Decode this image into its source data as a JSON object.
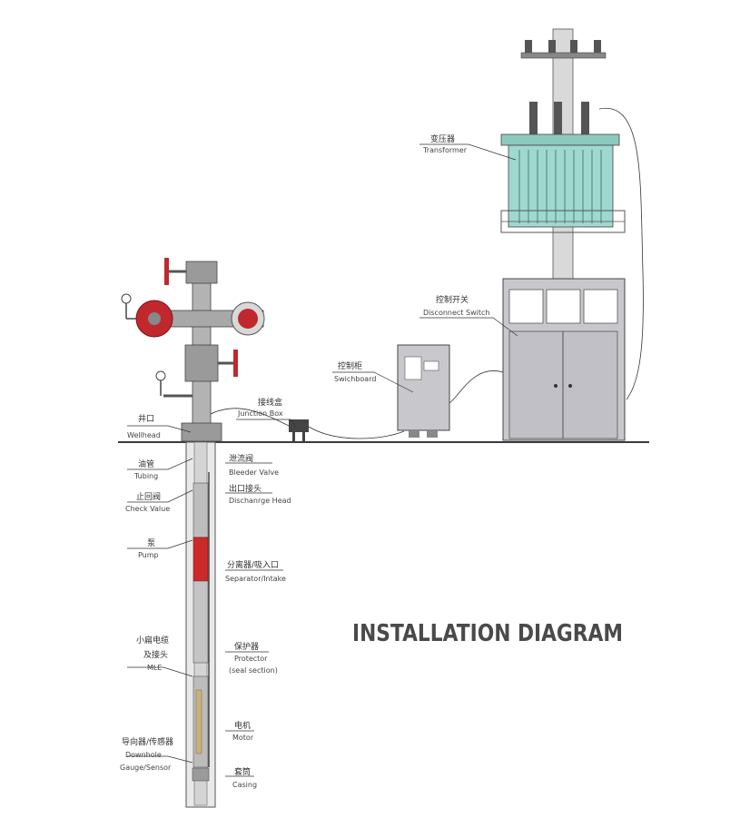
{
  "title": "INSTALLATION DIAGRAM",
  "colors": {
    "ground": "#3a3a3a",
    "cabinet": "#c8c8cc",
    "transformer": "#9fd8cf",
    "red_valve": "#c0282d",
    "pump_red": "#cc2a2a",
    "line": "#333333"
  },
  "labels": {
    "transformer": {
      "cn": "变压器",
      "en": "Transformer"
    },
    "disconnect": {
      "cn": "控制开关",
      "en": "Disconnect Switch"
    },
    "switchboard": {
      "cn": "控制柜",
      "en": "Swichboard"
    },
    "junction": {
      "cn": "接线盒",
      "en": "Junction Box"
    },
    "wellhead": {
      "cn": "井口",
      "en": "Wellhead"
    },
    "tubing": {
      "cn": "油管",
      "en": "Tubing"
    },
    "bleeder": {
      "cn": "泄流阀",
      "en": "Bleeder Valve"
    },
    "check": {
      "cn": "止回阀",
      "en": "Check Value"
    },
    "discharge": {
      "cn": "出口接头",
      "en": "Dischanrge Head"
    },
    "pump": {
      "cn": "泵",
      "en": "Pump"
    },
    "separator": {
      "cn": "分离器/吸入口",
      "en": "Separator/Intake"
    },
    "mle": {
      "cn1": "小扁电缆",
      "cn2": "及接头",
      "en": "MLE"
    },
    "protector": {
      "cn": "保护器",
      "en1": "Protector",
      "en2": "(seal section)"
    },
    "motor": {
      "cn": "电机",
      "en": "Motor"
    },
    "gauge": {
      "cn": "导向器/传感器",
      "en1": "Downhole",
      "en2": "Gauge/Sensor"
    },
    "casing": {
      "cn": "套筒",
      "en": "Casing"
    }
  }
}
